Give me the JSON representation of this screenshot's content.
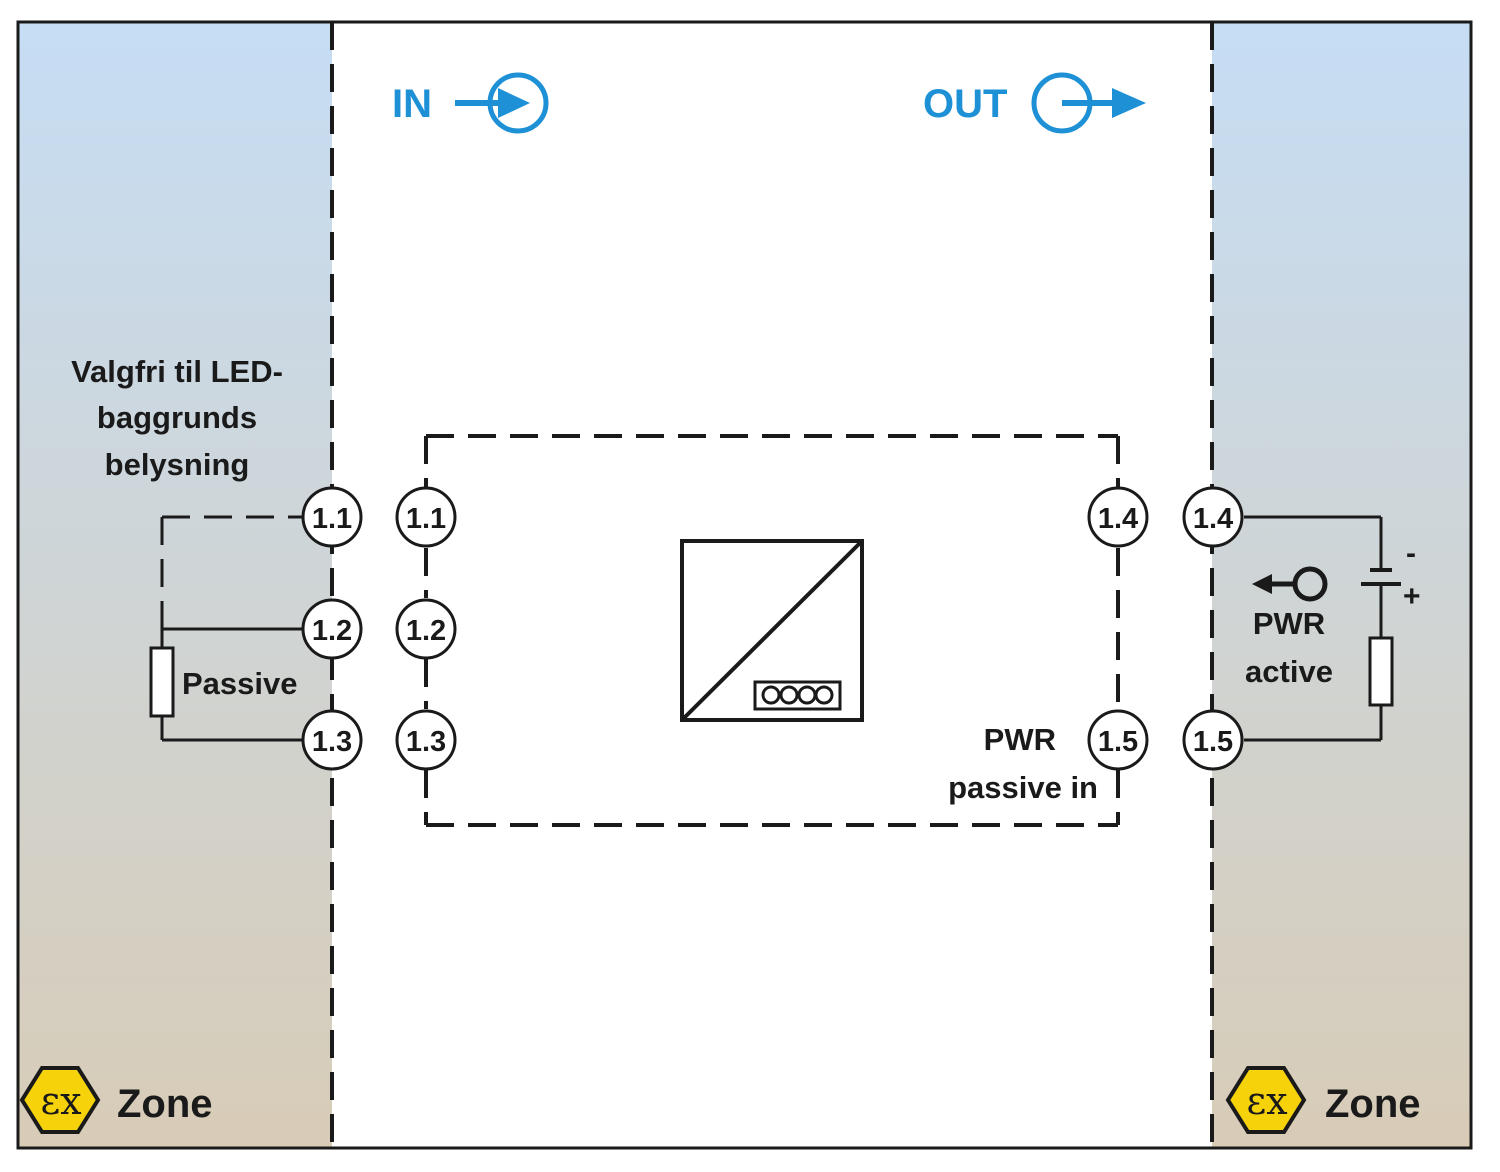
{
  "header": {
    "in_label": "IN",
    "out_label": "OUT"
  },
  "left_zone": {
    "note_lines": [
      "Valgfri til LED-",
      "baggrunds",
      "belysning"
    ],
    "passive_label": "Passive",
    "zone_label": "Zone",
    "ex_symbol": "εx"
  },
  "right_zone": {
    "pwr_label": "PWR",
    "active_label": "active",
    "minus": "-",
    "plus": "+",
    "zone_label": "Zone",
    "ex_symbol": "εx"
  },
  "module": {
    "pwr_label": "PWR",
    "passive_in_label": "passive in"
  },
  "terminals": {
    "left_outer": [
      "1.1",
      "1.2",
      "1.3"
    ],
    "left_inner": [
      "1.1",
      "1.2",
      "1.3"
    ],
    "right_inner": [
      "1.4",
      "1.5"
    ],
    "right_outer": [
      "1.4",
      "1.5"
    ]
  },
  "colors": {
    "accent_blue": "#1e90d6",
    "zone_top": "#c6ddf4",
    "zone_bottom": "#d8ccb7",
    "ex_yellow": "#f6d20a",
    "line": "#1a1a1a"
  }
}
